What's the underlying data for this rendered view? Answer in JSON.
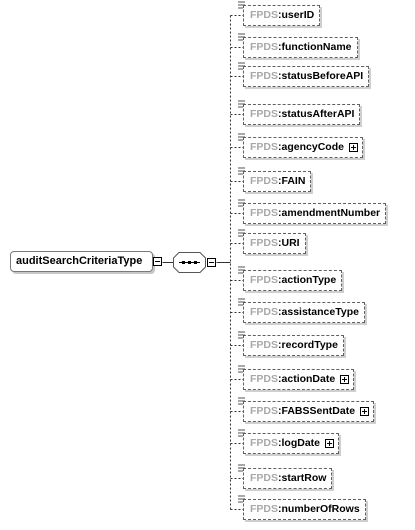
{
  "root": {
    "name": "auditSearchCriteriaType"
  },
  "namespace_prefix": "FPDS",
  "separator": ":",
  "elements": [
    {
      "name": "userID",
      "expandable": false
    },
    {
      "name": "functionName",
      "expandable": false
    },
    {
      "name": "statusBeforeAPI",
      "expandable": false
    },
    {
      "name": "statusAfterAPI",
      "expandable": false
    },
    {
      "name": "agencyCode",
      "expandable": true
    },
    {
      "name": "FAIN",
      "expandable": false
    },
    {
      "name": "amendmentNumber",
      "expandable": false
    },
    {
      "name": "URI",
      "expandable": false
    },
    {
      "name": "actionType",
      "expandable": false
    },
    {
      "name": "assistanceType",
      "expandable": false
    },
    {
      "name": "recordType",
      "expandable": false
    },
    {
      "name": "actionDate",
      "expandable": true
    },
    {
      "name": "FABSSentDate",
      "expandable": true
    },
    {
      "name": "logDate",
      "expandable": true
    },
    {
      "name": "startRow",
      "expandable": false
    },
    {
      "name": "numberOfRows",
      "expandable": false
    }
  ],
  "colors": {
    "border": "#606060",
    "prefix": "#a8a8a8",
    "text": "#000000",
    "shadow": "#cfcfcf"
  },
  "icons": {
    "collapse": "minus-box-icon",
    "expand": "plus-box-icon",
    "sequence": "sequence-compositor-icon"
  }
}
